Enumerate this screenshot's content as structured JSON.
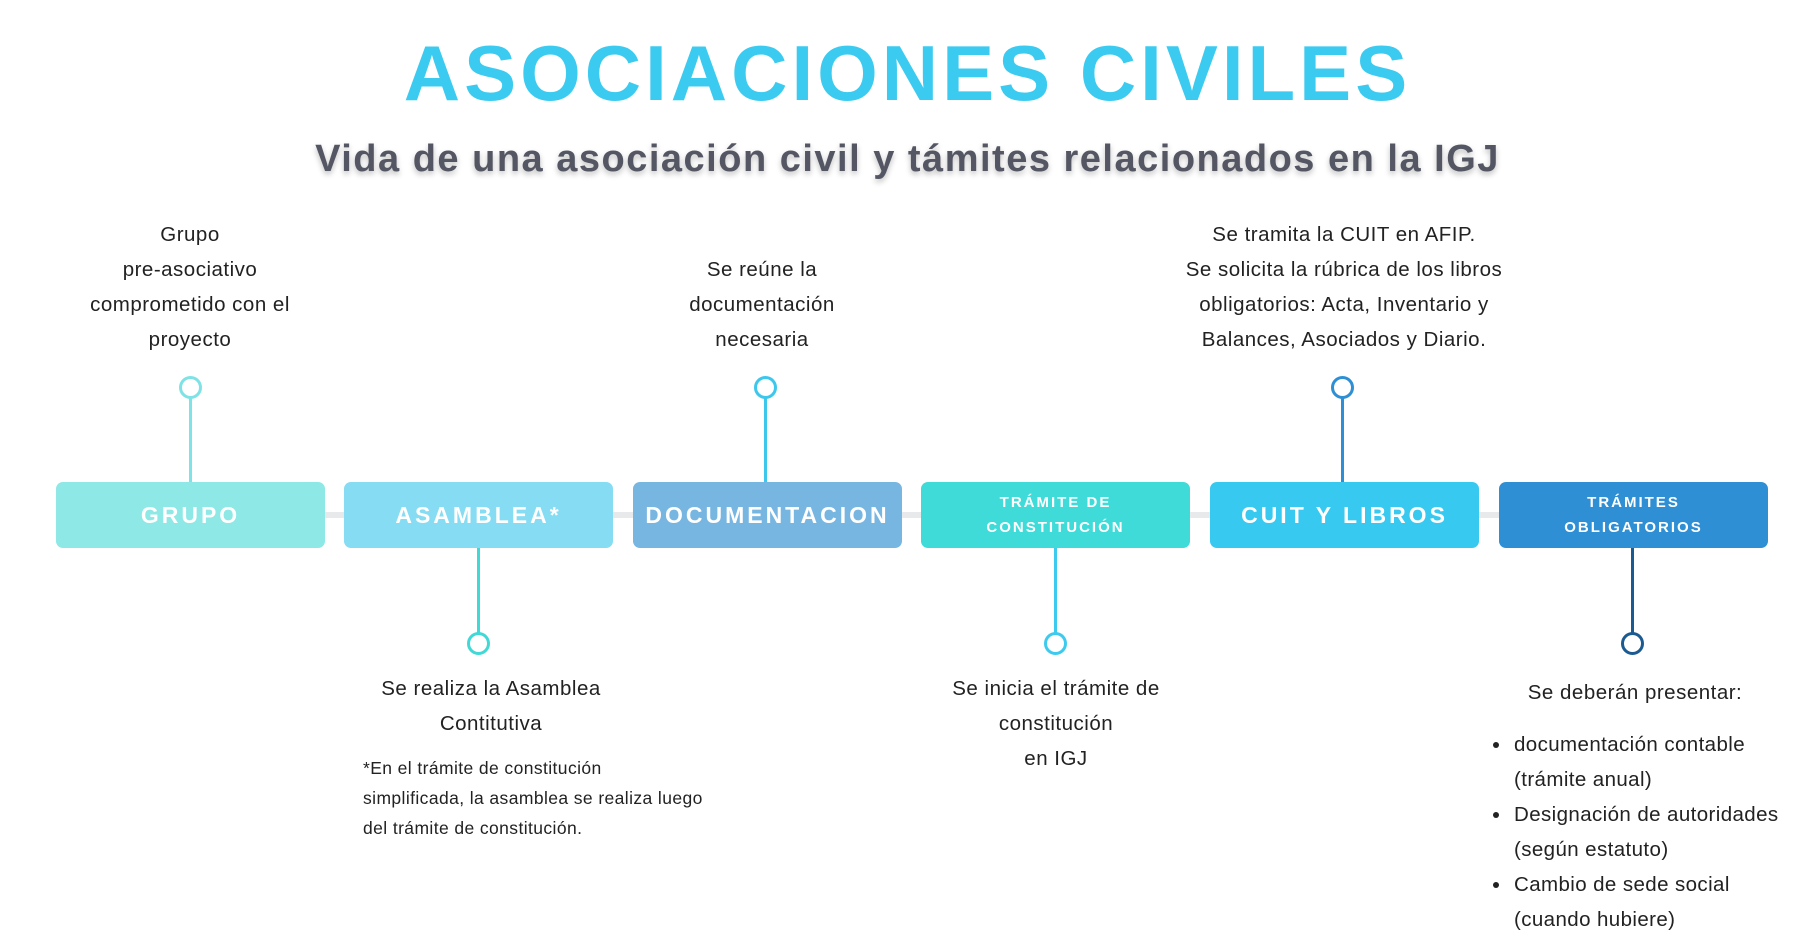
{
  "header": {
    "title": "ASOCIACIONES CIVILES",
    "subtitle": "Vida de una asociación civil y támites relacionados en la IGJ"
  },
  "colors": {
    "title": "#3ccbf0",
    "subtitle": "#545763"
  },
  "steps": [
    {
      "label": "GRUPO",
      "color": "#8de8e6",
      "accent": "#7fe3e5",
      "text": [
        "Grupo",
        "pre-asociativo",
        "comprometido con el",
        "proyecto"
      ]
    },
    {
      "label": "ASAMBLEA*",
      "color": "#85dcf3",
      "accent": "#40d9d6",
      "text": [
        "Se realiza la Asamblea",
        "Contitutiva"
      ],
      "note": [
        "*En el trámite de constitución",
        "simplificada, la asamblea se realiza luego",
        "del trámite de constitución."
      ]
    },
    {
      "label": "DOCUMENTACION",
      "color": "#78b6e2",
      "accent": "#3cc7ed",
      "text": [
        "Se reúne la",
        "documentación",
        "necesaria"
      ]
    },
    {
      "label_lines": [
        "TRÁMITE DE",
        "CONSTITUCIÓN"
      ],
      "color": "#3fdbd8",
      "accent": "#3ccbee",
      "text": [
        "Se inicia el trámite de",
        "constitución",
        "en IGJ"
      ]
    },
    {
      "label": "CUIT Y LIBROS",
      "color": "#38c9f0",
      "accent": "#2e8fd5",
      "text": [
        "Se tramita la CUIT en AFIP.",
        "Se solicita la rúbrica de los libros",
        "obligatorios: Acta, Inventario y",
        "Balances, Asociados y Diario."
      ]
    },
    {
      "label_lines": [
        "TRÁMITES",
        "OBLIGATORIOS"
      ],
      "color": "#2e8fd5",
      "accent": "#1c5a92",
      "intro": "Se deberán presentar:",
      "bullets": [
        [
          "documentación contable",
          "(trámite anual)"
        ],
        [
          "Designación de autoridades",
          "(según estatuto)"
        ],
        [
          "Cambio de sede social",
          "(cuando hubiere)"
        ]
      ]
    }
  ]
}
